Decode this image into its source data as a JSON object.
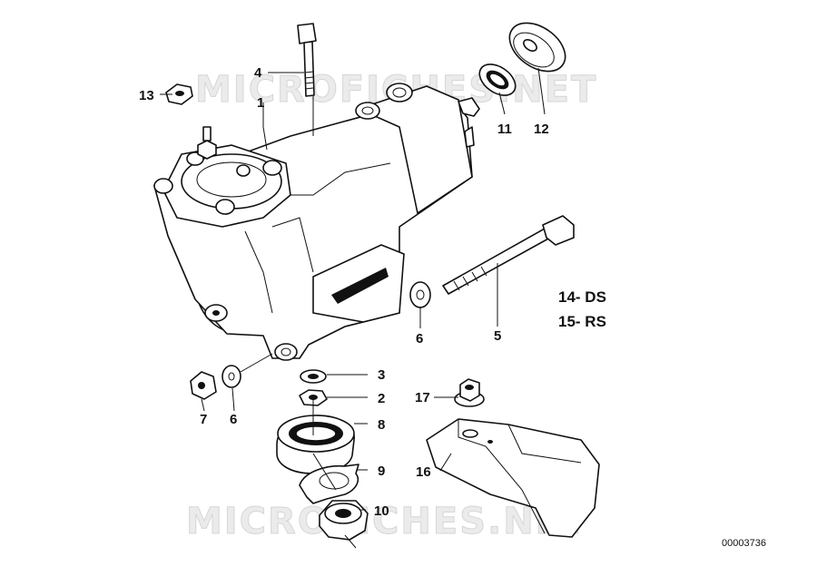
{
  "watermark": "MICROFICHES.NET",
  "part_labels": [
    "1",
    "2",
    "3",
    "4",
    "5",
    "6",
    "6",
    "7",
    "8",
    "9",
    "10",
    "11",
    "12",
    "13",
    "16",
    "17"
  ],
  "notes": [
    "14- DS",
    "15- RS"
  ],
  "diagram_code": "00003736"
}
